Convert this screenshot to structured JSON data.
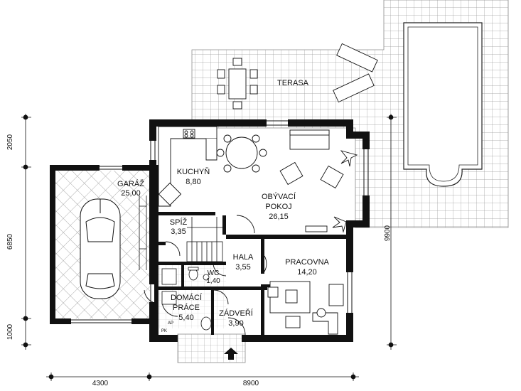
{
  "plan": {
    "rooms": {
      "terasa": {
        "name": "TERASA"
      },
      "kuchyn": {
        "name": "KUCHYŇ",
        "area": "8,80"
      },
      "garaz": {
        "name": "GARÁŽ",
        "area": "25,00"
      },
      "obyvaci": {
        "name1": "OBÝVACÍ",
        "name2": "POKOJ",
        "area": "26,15"
      },
      "spiz": {
        "name": "SPÍŽ",
        "area": "3,35"
      },
      "hala": {
        "name": "HALA",
        "area": "3,55"
      },
      "wc": {
        "name": "WC",
        "area": "1,40"
      },
      "pracovna": {
        "name": "PRACOVNA",
        "area": "14,20"
      },
      "domaci": {
        "name1": "DOMÁCÍ",
        "name2": "PRÁCE",
        "area": "5,40"
      },
      "zadveri": {
        "name": "ZÁDVEŘÍ",
        "area": "3,90"
      }
    },
    "tags": {
      "ap": "AP",
      "pk": "PK"
    },
    "dimensions": {
      "left": [
        "2050",
        "6850",
        "1000"
      ],
      "right": "9900",
      "bottom": [
        "4300",
        "8900"
      ]
    }
  }
}
